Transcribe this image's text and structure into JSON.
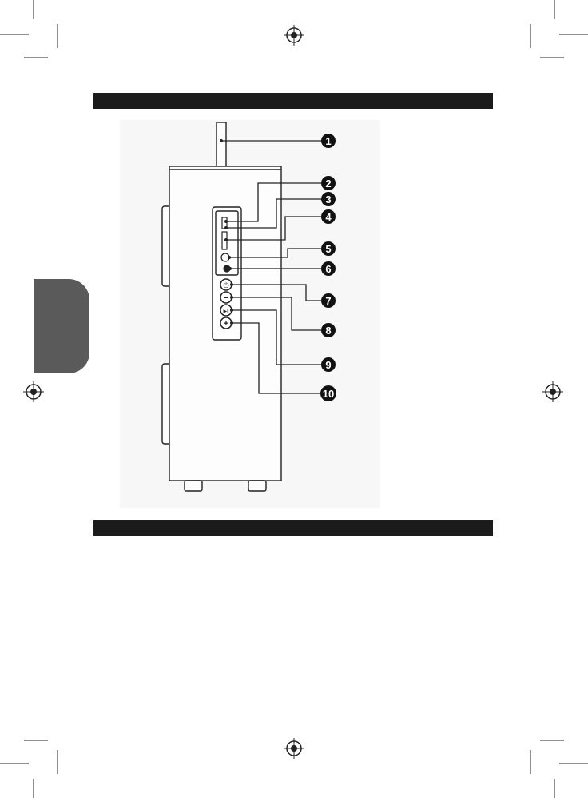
{
  "callouts": [
    {
      "label": "1"
    },
    {
      "label": "2"
    },
    {
      "label": "3"
    },
    {
      "label": "4"
    },
    {
      "label": "5"
    },
    {
      "label": "6"
    },
    {
      "label": "7"
    },
    {
      "label": "8"
    },
    {
      "label": "9"
    },
    {
      "label": "10"
    }
  ],
  "buttons": [
    {
      "symbol": "⏻",
      "icon": "power-icon"
    },
    {
      "symbol": "−",
      "icon": "minus-icon"
    },
    {
      "symbol": "▶‖",
      "icon": "play-pause-icon"
    },
    {
      "symbol": "+",
      "icon": "plus-icon"
    }
  ],
  "colors": {
    "bar": "#1b1b1b",
    "tab": "#5a5a5a",
    "line": "#222222",
    "panel": "#f7f7f7"
  }
}
